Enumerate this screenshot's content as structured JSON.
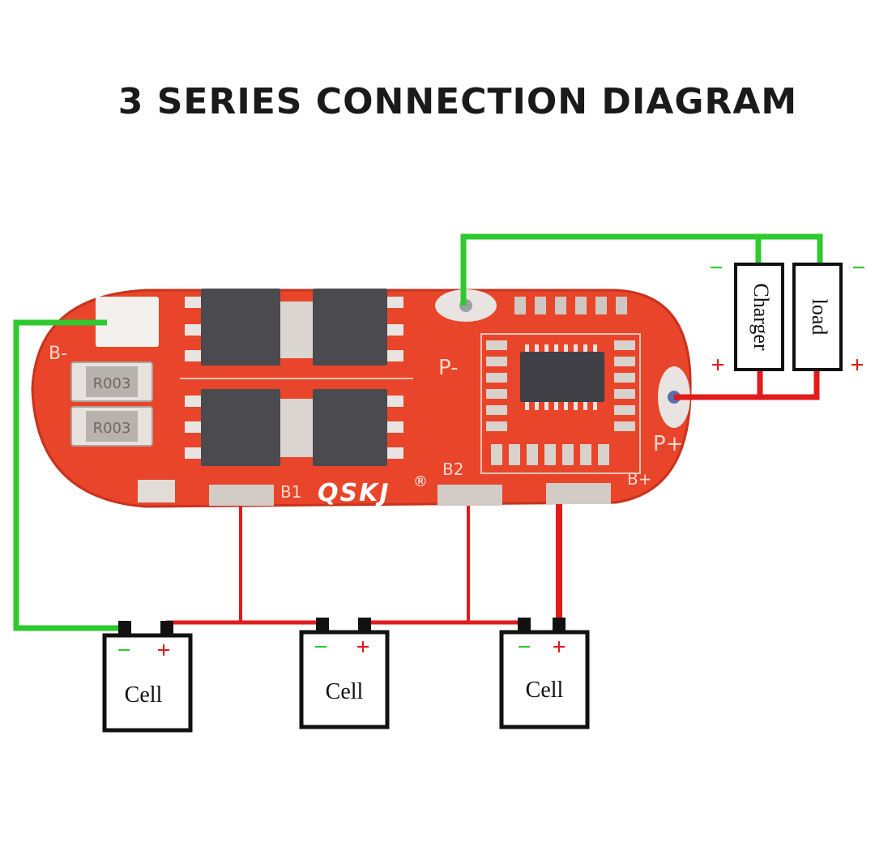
{
  "title": "3 SERIES CONNECTION DIAGRAM",
  "board": {
    "brand": "QSKJ",
    "registered_mark": "®",
    "pads": {
      "b_minus": "B-",
      "p_minus": "P-",
      "p_plus": "P+",
      "b1": "B1",
      "b2": "B2",
      "b_plus": "B+"
    },
    "resistor_marking": "R003",
    "colors": {
      "pcb": "#e8452a",
      "pcb_edge": "#c8321d",
      "chip": "#4a4a4f"
    }
  },
  "external": {
    "charger_label": "Charger",
    "load_label": "load",
    "minus_symbol": "−",
    "plus_symbol": "+"
  },
  "cells": [
    {
      "label": "Cell",
      "minus": "−",
      "plus": "+"
    },
    {
      "label": "Cell",
      "minus": "−",
      "plus": "+"
    },
    {
      "label": "Cell",
      "minus": "−",
      "plus": "+"
    }
  ],
  "colors": {
    "green_wire": "#2ec92e",
    "red_wire": "#e21b1b",
    "title": "#1a1a1a"
  }
}
